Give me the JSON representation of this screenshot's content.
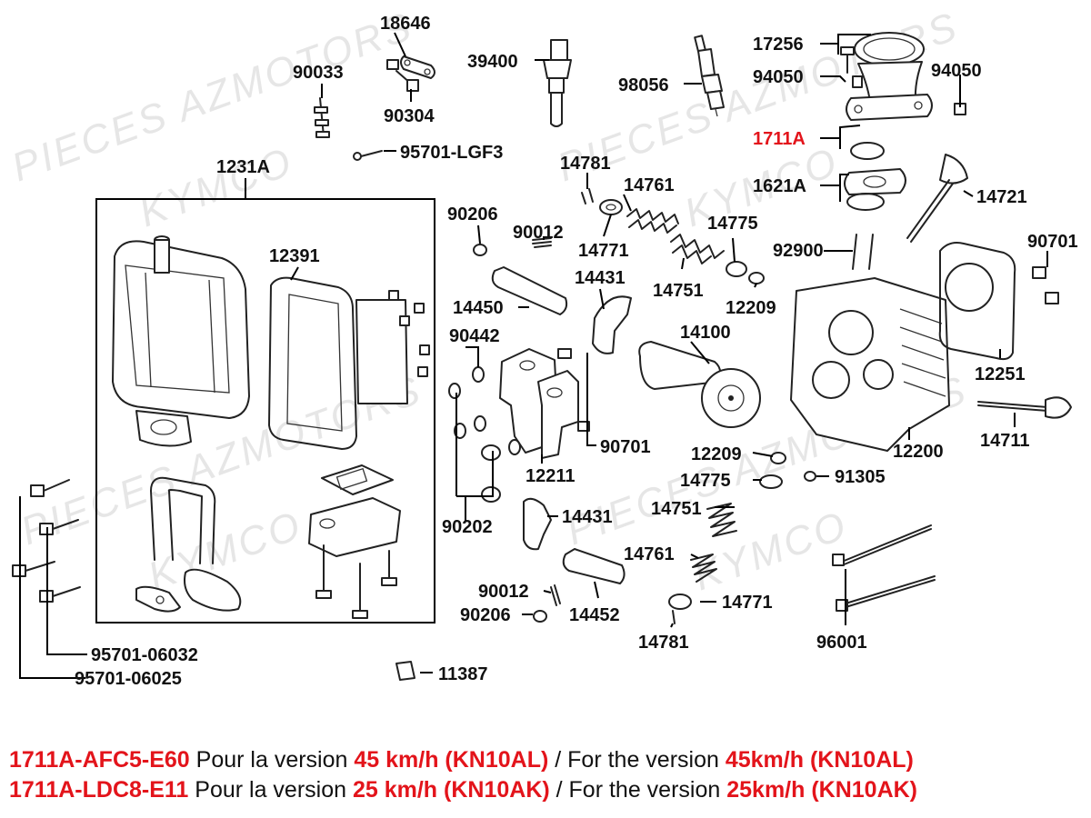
{
  "watermarks": [
    "PIECES AZMOTORS",
    "KYMCO",
    "PIECES AZMOTORS",
    "KYMCO",
    "PIECES AZMOTORS",
    "KYMCO",
    "PIECES AZMOTORS",
    "KYMCO"
  ],
  "labels": {
    "p18646": "18646",
    "p90033": "90033",
    "p90304": "90304",
    "p39400": "39400",
    "p98056": "98056",
    "p17256": "17256",
    "p94050a": "94050",
    "p94050b": "94050",
    "p1711A": "1711A",
    "p1621A": "1621A",
    "p14721": "14721",
    "p95701LGF3": "95701-LGF3",
    "p1231A": "1231A",
    "p12391": "12391",
    "p14781a": "14781",
    "p14761a": "14761",
    "p90206a": "90206",
    "p90012a": "90012",
    "p14771a": "14771",
    "p14775a": "14775",
    "p14431a": "14431",
    "p14751a": "14751",
    "p92900": "92900",
    "p90701a": "90701",
    "p14450": "14450",
    "p12209a": "12209",
    "p90442": "90442",
    "p14100": "14100",
    "p12251": "12251",
    "p90701b": "90701",
    "p12209b": "12209",
    "p12200": "12200",
    "p14711": "14711",
    "p12211": "12211",
    "p14775b": "14775",
    "p91305": "91305",
    "p14751b": "14751",
    "p90202": "90202",
    "p14431b": "14431",
    "p14761b": "14761",
    "p90012b": "90012",
    "p14771b": "14771",
    "p90206b": "90206",
    "p14452": "14452",
    "p14781b": "14781",
    "p96001": "96001",
    "p95701_06032": "95701-06032",
    "p95701_06025": "95701-06025",
    "p11387": "11387"
  },
  "notes": [
    {
      "code": "1711A-AFC5-E60",
      "text1": " Pour la version ",
      "speed_fr": "45 km/h (KN10AL)",
      "text2": " / For the version ",
      "speed_en": "45km/h (KN10AL)"
    },
    {
      "code": "1711A-LDC8-E11",
      "text1": " Pour la version ",
      "speed_fr": "25 km/h (KN10AK)",
      "text2": " / For the version ",
      "speed_en": "25km/h (KN10AK)"
    }
  ],
  "colors": {
    "highlight": "#e3141b",
    "ink": "#111111",
    "watermark": "#e6e6e6"
  }
}
